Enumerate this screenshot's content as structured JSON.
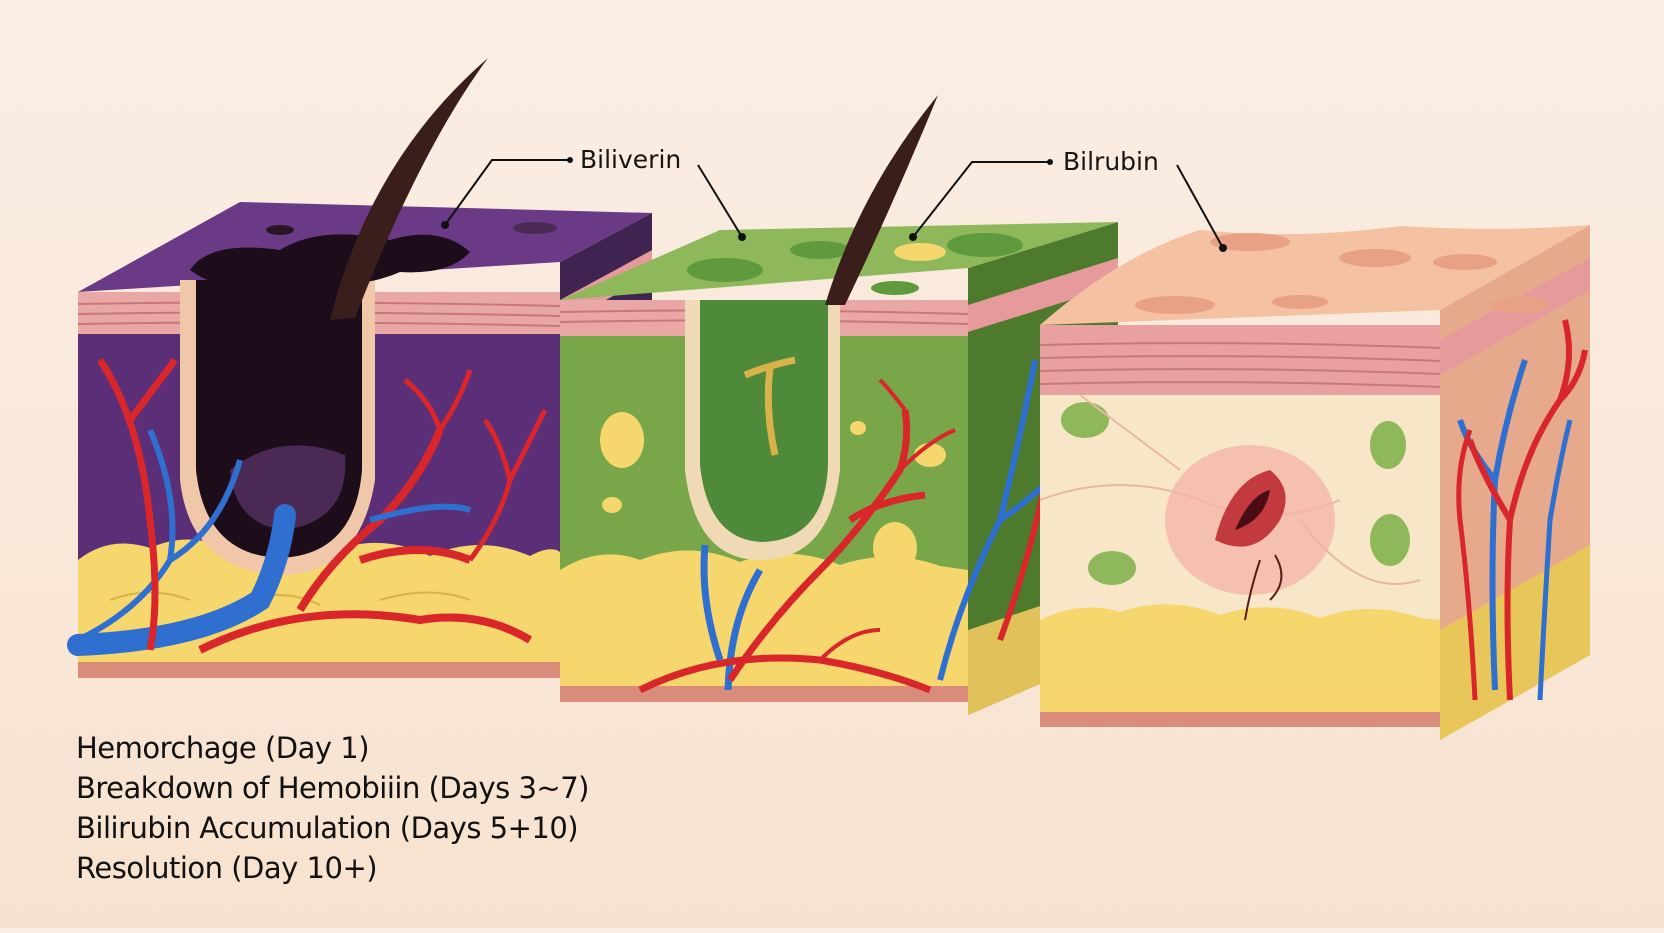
{
  "callouts": {
    "biliverin": "Biliverin",
    "bilrubin": "Bilrubin"
  },
  "legend": [
    "Hemorchage (Day 1)",
    "Breakdown of Hemobiiin (Days 3~7)",
    "Bilirubin Accumulation (Days 5+10)",
    "Resolution (Day 10+)"
  ],
  "colors": {
    "background": "#fbeee4",
    "hemorrhage_purple": "#6b3a86",
    "blood_pool": "#1d0d1a",
    "biliverdin_green": "#8fb85a",
    "resolving_skin": "#f4c2a2",
    "fat_yellow": "#f5d76e",
    "artery_red": "#d8262a",
    "vein_blue": "#2f6fd0",
    "epidermis_pink": "#e79a9c"
  }
}
